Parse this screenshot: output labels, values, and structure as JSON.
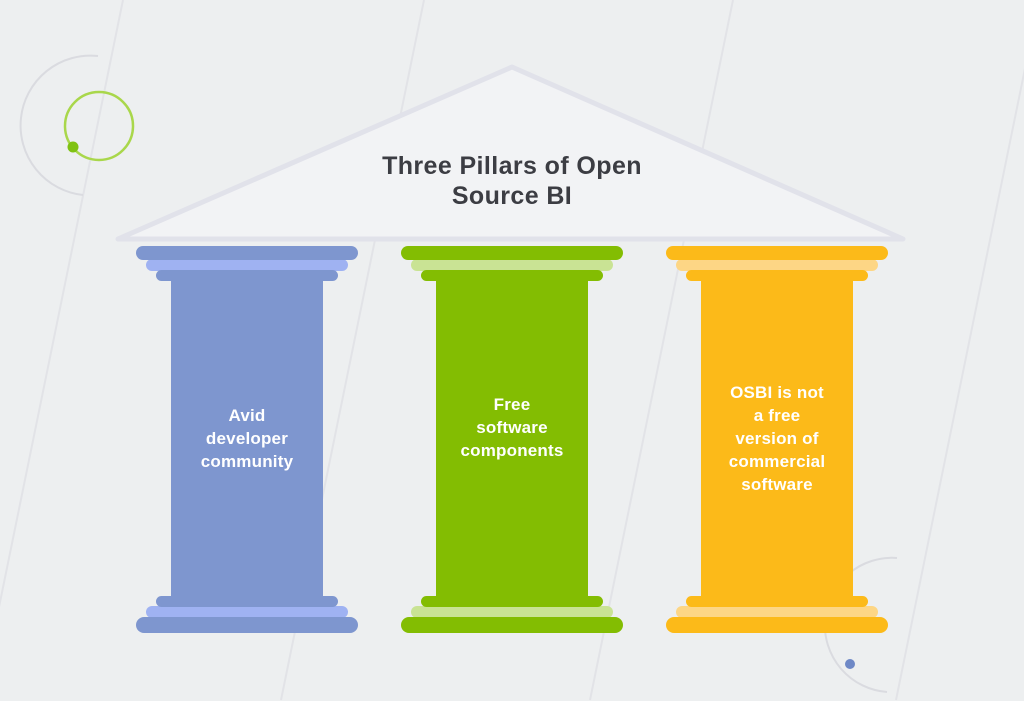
{
  "title": {
    "text": "Three Pillars of Open Source BI",
    "lines": [
      "Three Pillars of Open",
      "Source BI"
    ]
  },
  "pillars": [
    {
      "id": "avid-developer-community",
      "label": "Avid developer community",
      "lines": [
        "Avid",
        "developer",
        "community"
      ]
    },
    {
      "id": "free-software-components",
      "label": "Free software components",
      "lines": [
        "Free",
        "software",
        "components"
      ]
    },
    {
      "id": "osbi-not-free-version",
      "label": "OSBI is not a free version of commercial software",
      "lines": [
        "OSBI is not",
        "a free",
        "version of",
        "commercial",
        "software"
      ]
    }
  ],
  "colors": {
    "background": "#edeff0",
    "diagonal_line": "#e2e3e7",
    "roof_fill": "#f2f3f5",
    "roof_stroke": "#e1e2ea",
    "title_text": "#3c3d43",
    "pillar_text": "#ffffff",
    "blue_main": "#7e96cf",
    "blue_light": "#9fb2f2",
    "green_main": "#83bd02",
    "green_light": "#c9e394",
    "yellow_main": "#fcba19",
    "yellow_light": "#fdd685",
    "ring_gray": "#dadbe0",
    "ring_green": "#a9d74b",
    "dot_green": "#7fc212",
    "dot_blue": "#6e88c6"
  }
}
